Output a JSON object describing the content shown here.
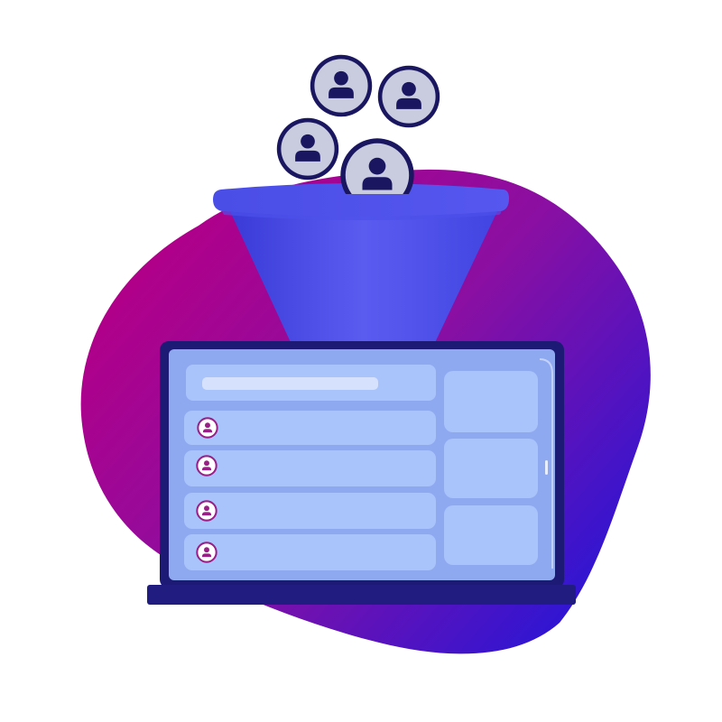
{
  "illustration": {
    "kind": "lead-funnel-into-laptop",
    "coin_count": 4,
    "list_row_count": 4,
    "side_panel_count": 3,
    "icons": {
      "coin": "user-avatar-icon",
      "row": "user-avatar-icon"
    },
    "colors": {
      "background": "#ffffff",
      "blob_start": "#b0008a",
      "blob_end": "#2616d8",
      "funnel_light": "#5a5cf0",
      "funnel_dark": "#3536d6",
      "coin_fill": "#c9cbdf",
      "coin_ring": "#1a1760",
      "laptop_frame": "#1c1a74",
      "laptop_base": "#201c80",
      "screen_bg": "#8fa9f1",
      "row_fill": "#a9c4fb",
      "header_bar": "#d6e2fd",
      "row_icon": "#9a1f87"
    }
  }
}
